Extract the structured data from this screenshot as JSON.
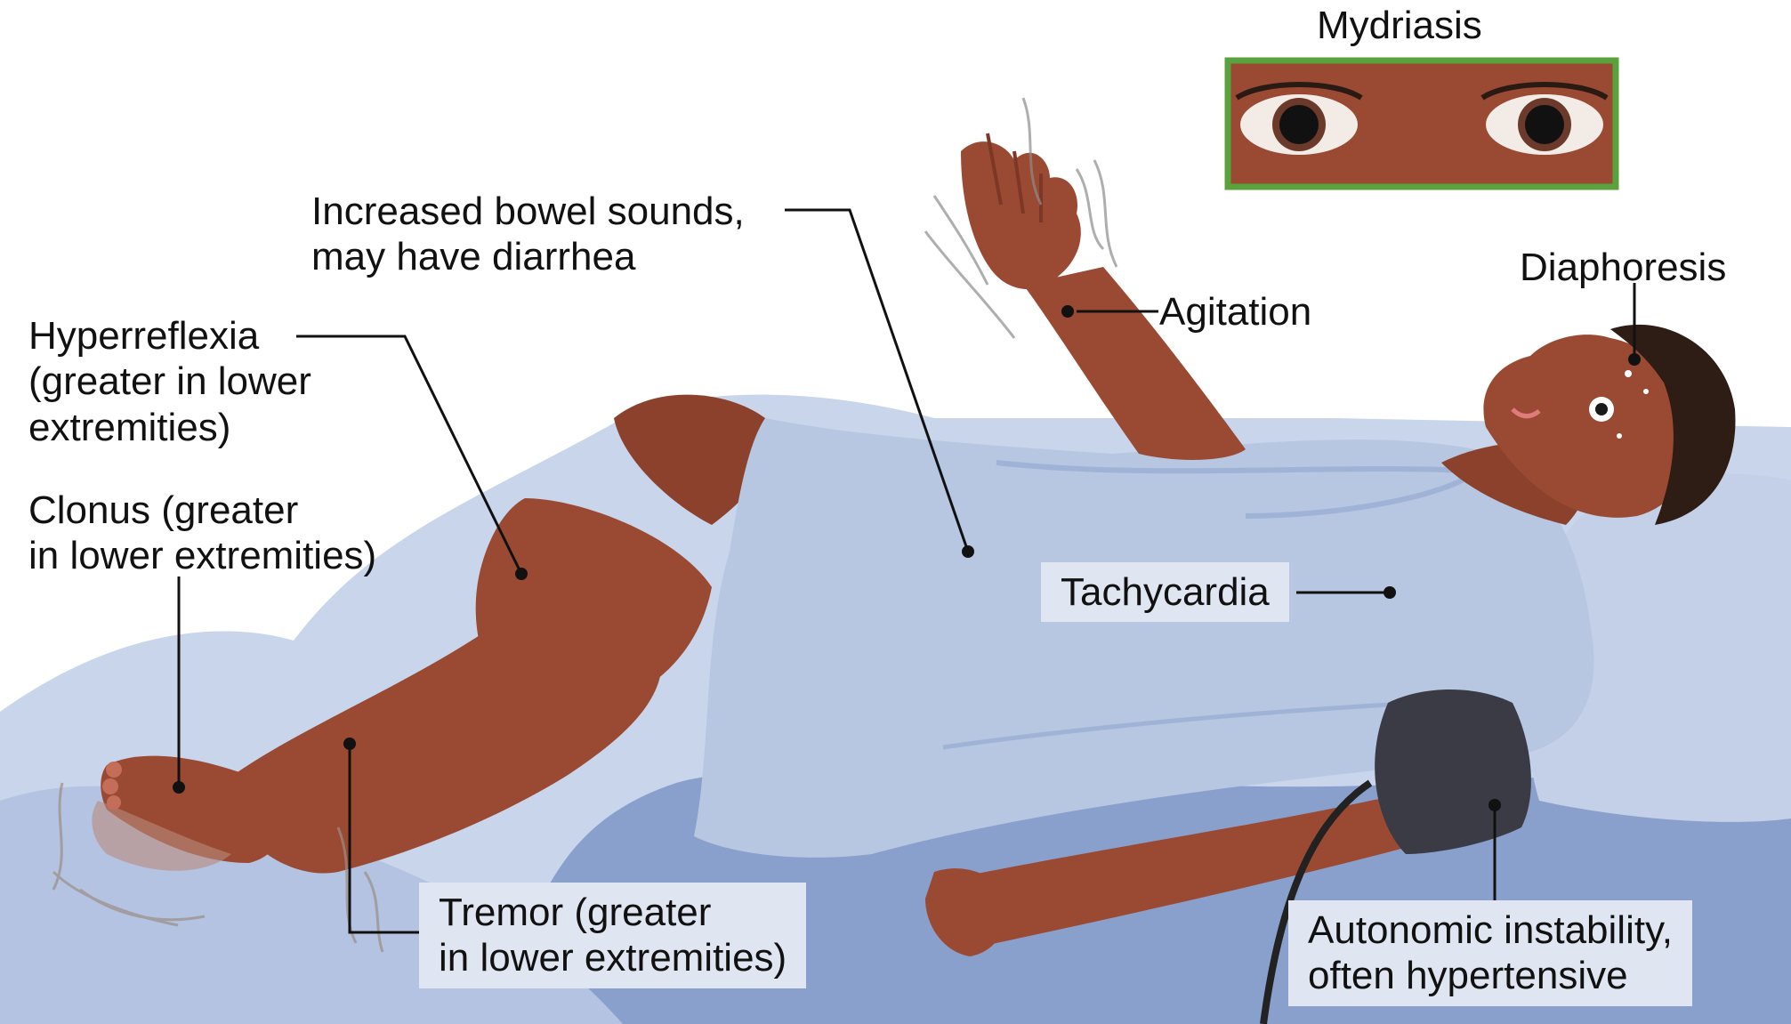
{
  "colors": {
    "skin": "#9a4a33",
    "skin_shadow": "#7c3824",
    "hair": "#2e1d14",
    "gown": "#b7c7e2",
    "gown_shadow": "#9fb3d6",
    "bed_sheet": "#c9d5ea",
    "bed_shadow": "#7f96c6",
    "cuff": "#3a3b45",
    "eye_box_border": "#5aa33c",
    "label_box": "#dfe6f1",
    "leader_line": "#111111"
  },
  "figure": {
    "inset_eyes": {
      "title": "Mydriasis"
    },
    "labels": {
      "bowel": [
        "Increased bowel sounds,",
        "may have diarrhea"
      ],
      "agitation": [
        "Agitation"
      ],
      "diaphoresis": [
        "Diaphoresis"
      ],
      "hyperreflexia": [
        "Hyperreflexia",
        "(greater in lower",
        "extremities)"
      ],
      "clonus": [
        "Clonus (greater",
        "in lower extremities)"
      ],
      "tachycardia": [
        "Tachycardia"
      ],
      "tremor": [
        "Tremor (greater",
        "in lower extremities)"
      ],
      "autonomic": [
        "Autonomic instability,",
        "often hypertensive"
      ]
    }
  }
}
